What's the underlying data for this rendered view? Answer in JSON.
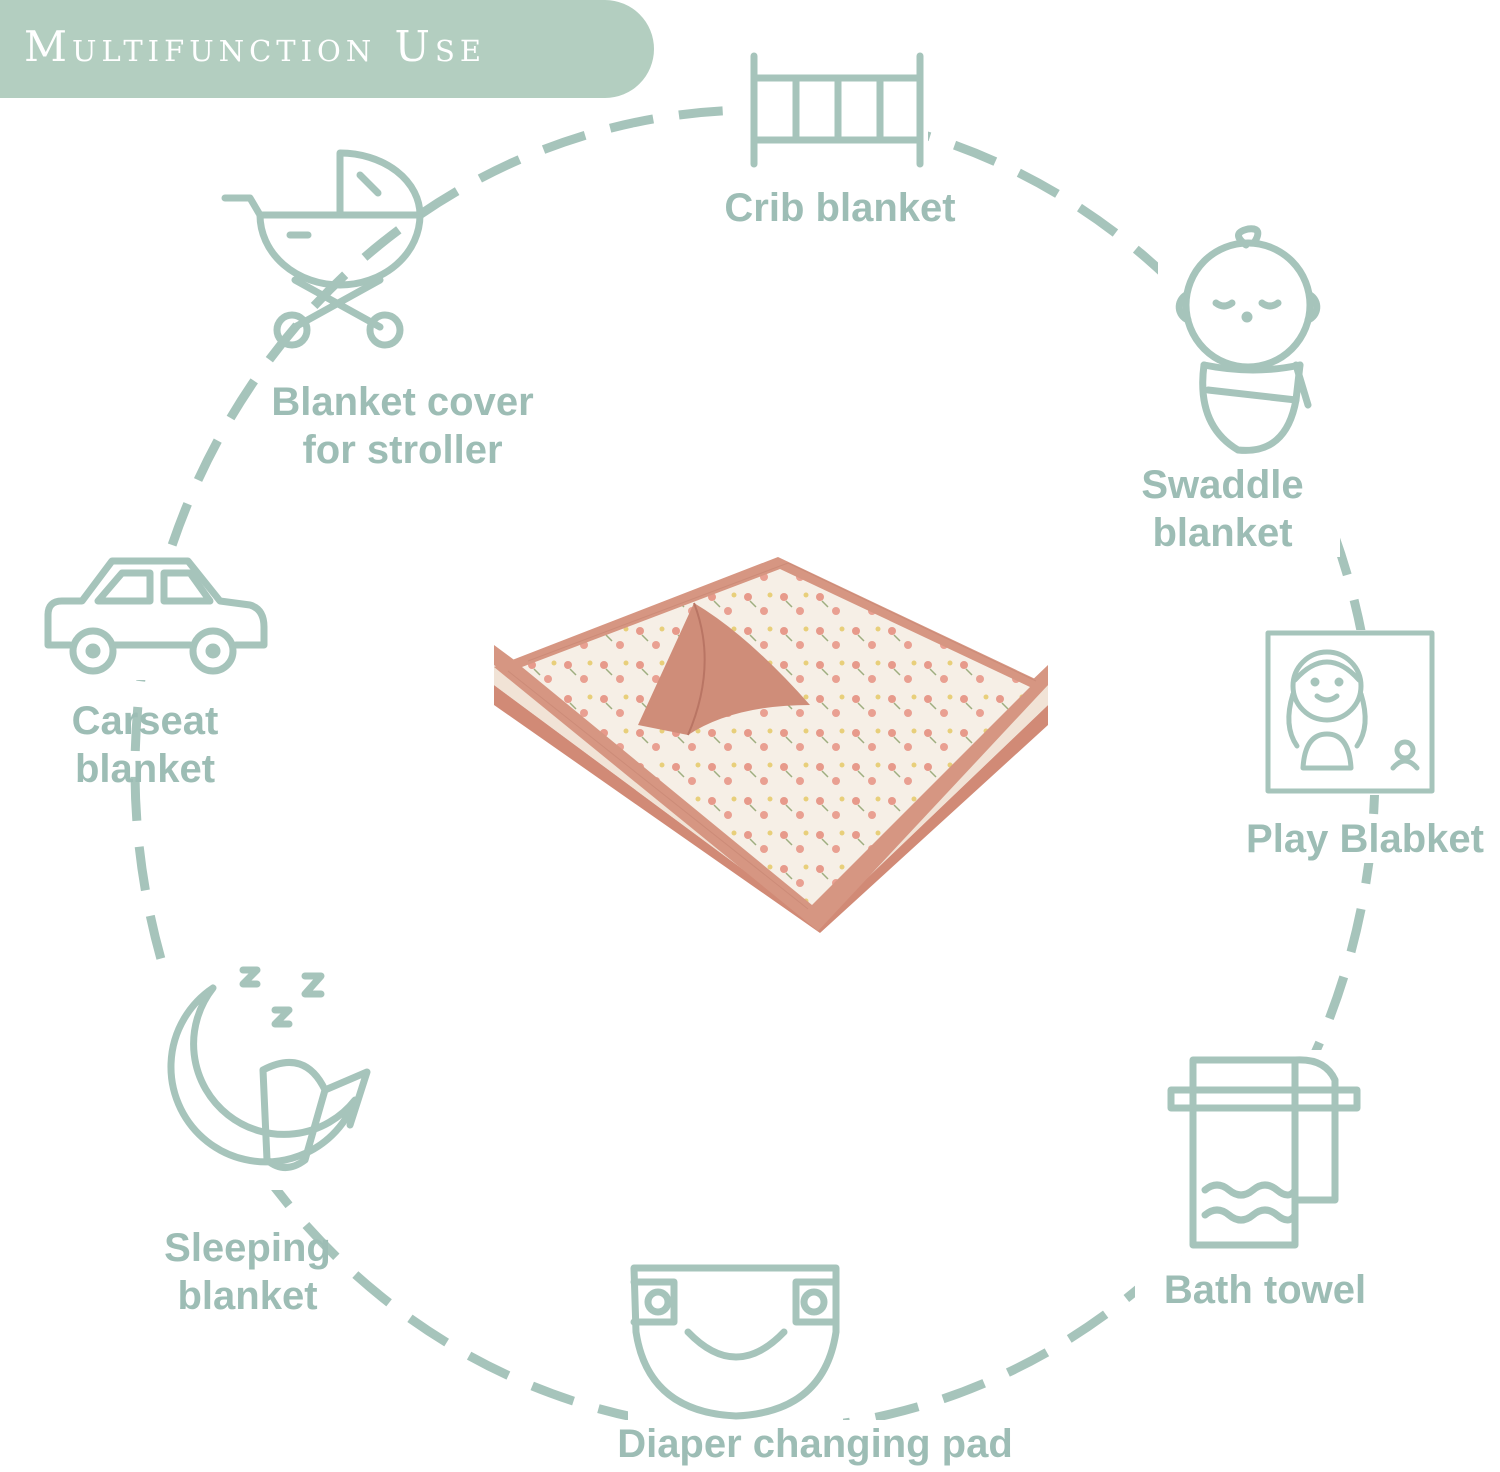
{
  "banner": {
    "title": "Multifunction Use"
  },
  "colors": {
    "banner_bg": "#b3cec0",
    "icon_stroke": "#a6c4bb",
    "label_text": "#9dbdb5",
    "blanket_pink": "#d69682",
    "blanket_cream": "#f6efe6"
  },
  "uses": [
    {
      "id": "crib",
      "icon": "crib-icon",
      "lines": [
        "Crib blanket"
      ]
    },
    {
      "id": "stroller",
      "icon": "stroller-icon",
      "lines": [
        "Blanket cover",
        "for stroller"
      ]
    },
    {
      "id": "swaddle",
      "icon": "swaddled-baby-icon",
      "lines": [
        "Swaddle",
        "blanket"
      ]
    },
    {
      "id": "carseat",
      "icon": "car-icon",
      "lines": [
        "Carseat",
        "blanket"
      ]
    },
    {
      "id": "play",
      "icon": "child-portrait-icon",
      "lines": [
        "Play Blabket"
      ]
    },
    {
      "id": "sleeping",
      "icon": "sleeping-moon-icon",
      "lines": [
        "Sleeping",
        "blanket"
      ]
    },
    {
      "id": "bath",
      "icon": "towel-icon",
      "lines": [
        "Bath towel"
      ]
    },
    {
      "id": "diaper",
      "icon": "diaper-icon",
      "lines": [
        "Diaper changing pad"
      ]
    }
  ]
}
